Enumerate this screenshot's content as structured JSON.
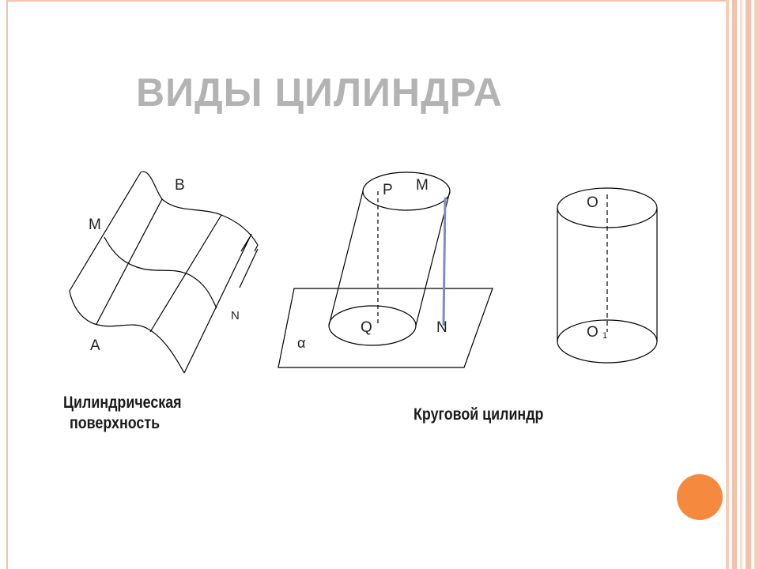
{
  "title": "ВИДЫ ЦИЛИНДРА",
  "captions": {
    "surface_line1": "Цилиндрическая",
    "surface_line2": "поверхность",
    "circular": "Круговой цилиндр"
  },
  "labels": {
    "surface": {
      "B": "B",
      "M": "M",
      "A": "A",
      "N": "N"
    },
    "oblique": {
      "P": "P",
      "M": "M",
      "Q": "Q",
      "N": "N",
      "alpha": "α"
    },
    "right": {
      "O": "O",
      "O1": "O",
      "O1_sub": "1"
    }
  },
  "colors": {
    "title": "#b3b3b3",
    "accent": "#f58a3f",
    "frame": "#f3c2ae",
    "segment": "#7b8fc4"
  }
}
